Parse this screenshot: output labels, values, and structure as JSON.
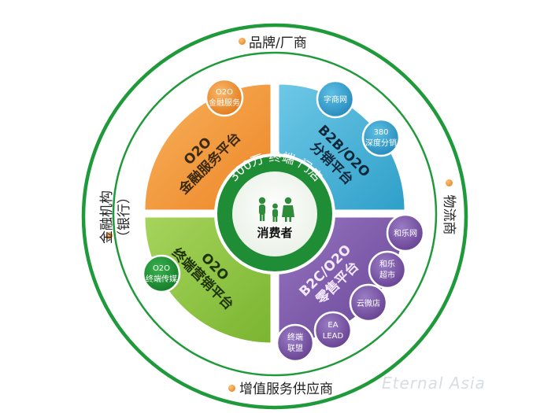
{
  "outer_labels": {
    "top": "品牌/厂商",
    "bottom": "增值服务供应商",
    "left_line1": "金融机构",
    "left_line2": "（银行）",
    "right": "物流商"
  },
  "center": {
    "arc_text": "300万 终端 门店",
    "title": "消费者"
  },
  "quadrants": [
    {
      "id": "top-left",
      "line1": "O2O",
      "line2": "金融服务平台",
      "color": "#f39a3c"
    },
    {
      "id": "top-right",
      "line1": "B2B/O2O",
      "line2": "分销平台",
      "color": "#4db3d6"
    },
    {
      "id": "bottom-left",
      "line1": "O2O",
      "line2": "终端营销平台",
      "color": "#8dc63f"
    },
    {
      "id": "bottom-right",
      "line1": "B2C/O2O",
      "line2": "零售平台",
      "color": "#7e57a8"
    }
  ],
  "bubbles": {
    "o2o_finance": [
      "O2O",
      "金融服务"
    ],
    "zishang": [
      "字商网"
    ],
    "deep380": [
      "380",
      "深度分销"
    ],
    "o2o_media": [
      "O2O",
      "终端传媒"
    ],
    "hele_net": [
      "和乐网"
    ],
    "hele_market": [
      "和乐",
      "超市"
    ],
    "cloud_shop": [
      "云微店"
    ],
    "ea_lead": [
      "EA",
      "LEAD"
    ],
    "terminal_union": [
      "终端",
      "联盟"
    ]
  },
  "watermark": "Eternal Asia",
  "colors": {
    "ring_green": "#1f9a3a",
    "inner_green": "#1f8c36",
    "orange": "#f39a3c",
    "blue": "#4db3d6",
    "lime": "#8dc63f",
    "purple": "#7e57a8"
  }
}
